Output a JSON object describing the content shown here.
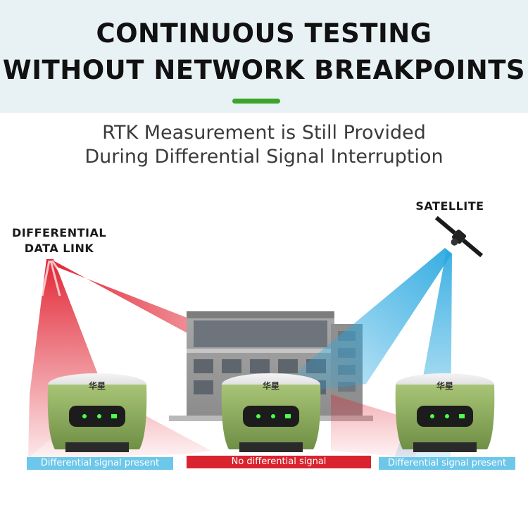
{
  "header": {
    "title_line1": "CONTINUOUS TESTING",
    "title_line2": "WITHOUT NETWORK BREAKPOINTS",
    "subtitle_line1": "RTK Measurement is Still Provided",
    "subtitle_line2": "During Differential Signal Interruption"
  },
  "labels": {
    "data_link_line1": "DIFFERENTIAL",
    "data_link_line2": "DATA LINK",
    "satellite": "SATELLITE"
  },
  "receivers": [
    {
      "brand": "华星",
      "status": "Differential signal present",
      "status_color": "#6cc7ea"
    },
    {
      "brand": "华星",
      "status": "No differential signal",
      "status_color": "#d9232e"
    },
    {
      "brand": "华星",
      "status": "Differential signal present",
      "status_color": "#6cc7ea"
    }
  ],
  "colors": {
    "accent": "#3aa52a",
    "signal_red": "#e01b2a",
    "signal_blue": "#29a8e0",
    "receiver_green": "#8fae5a"
  },
  "icons": [
    "antenna-icon",
    "satellite-icon",
    "building-icon",
    "gnss-receiver-icon",
    "signal-bars-icon"
  ]
}
